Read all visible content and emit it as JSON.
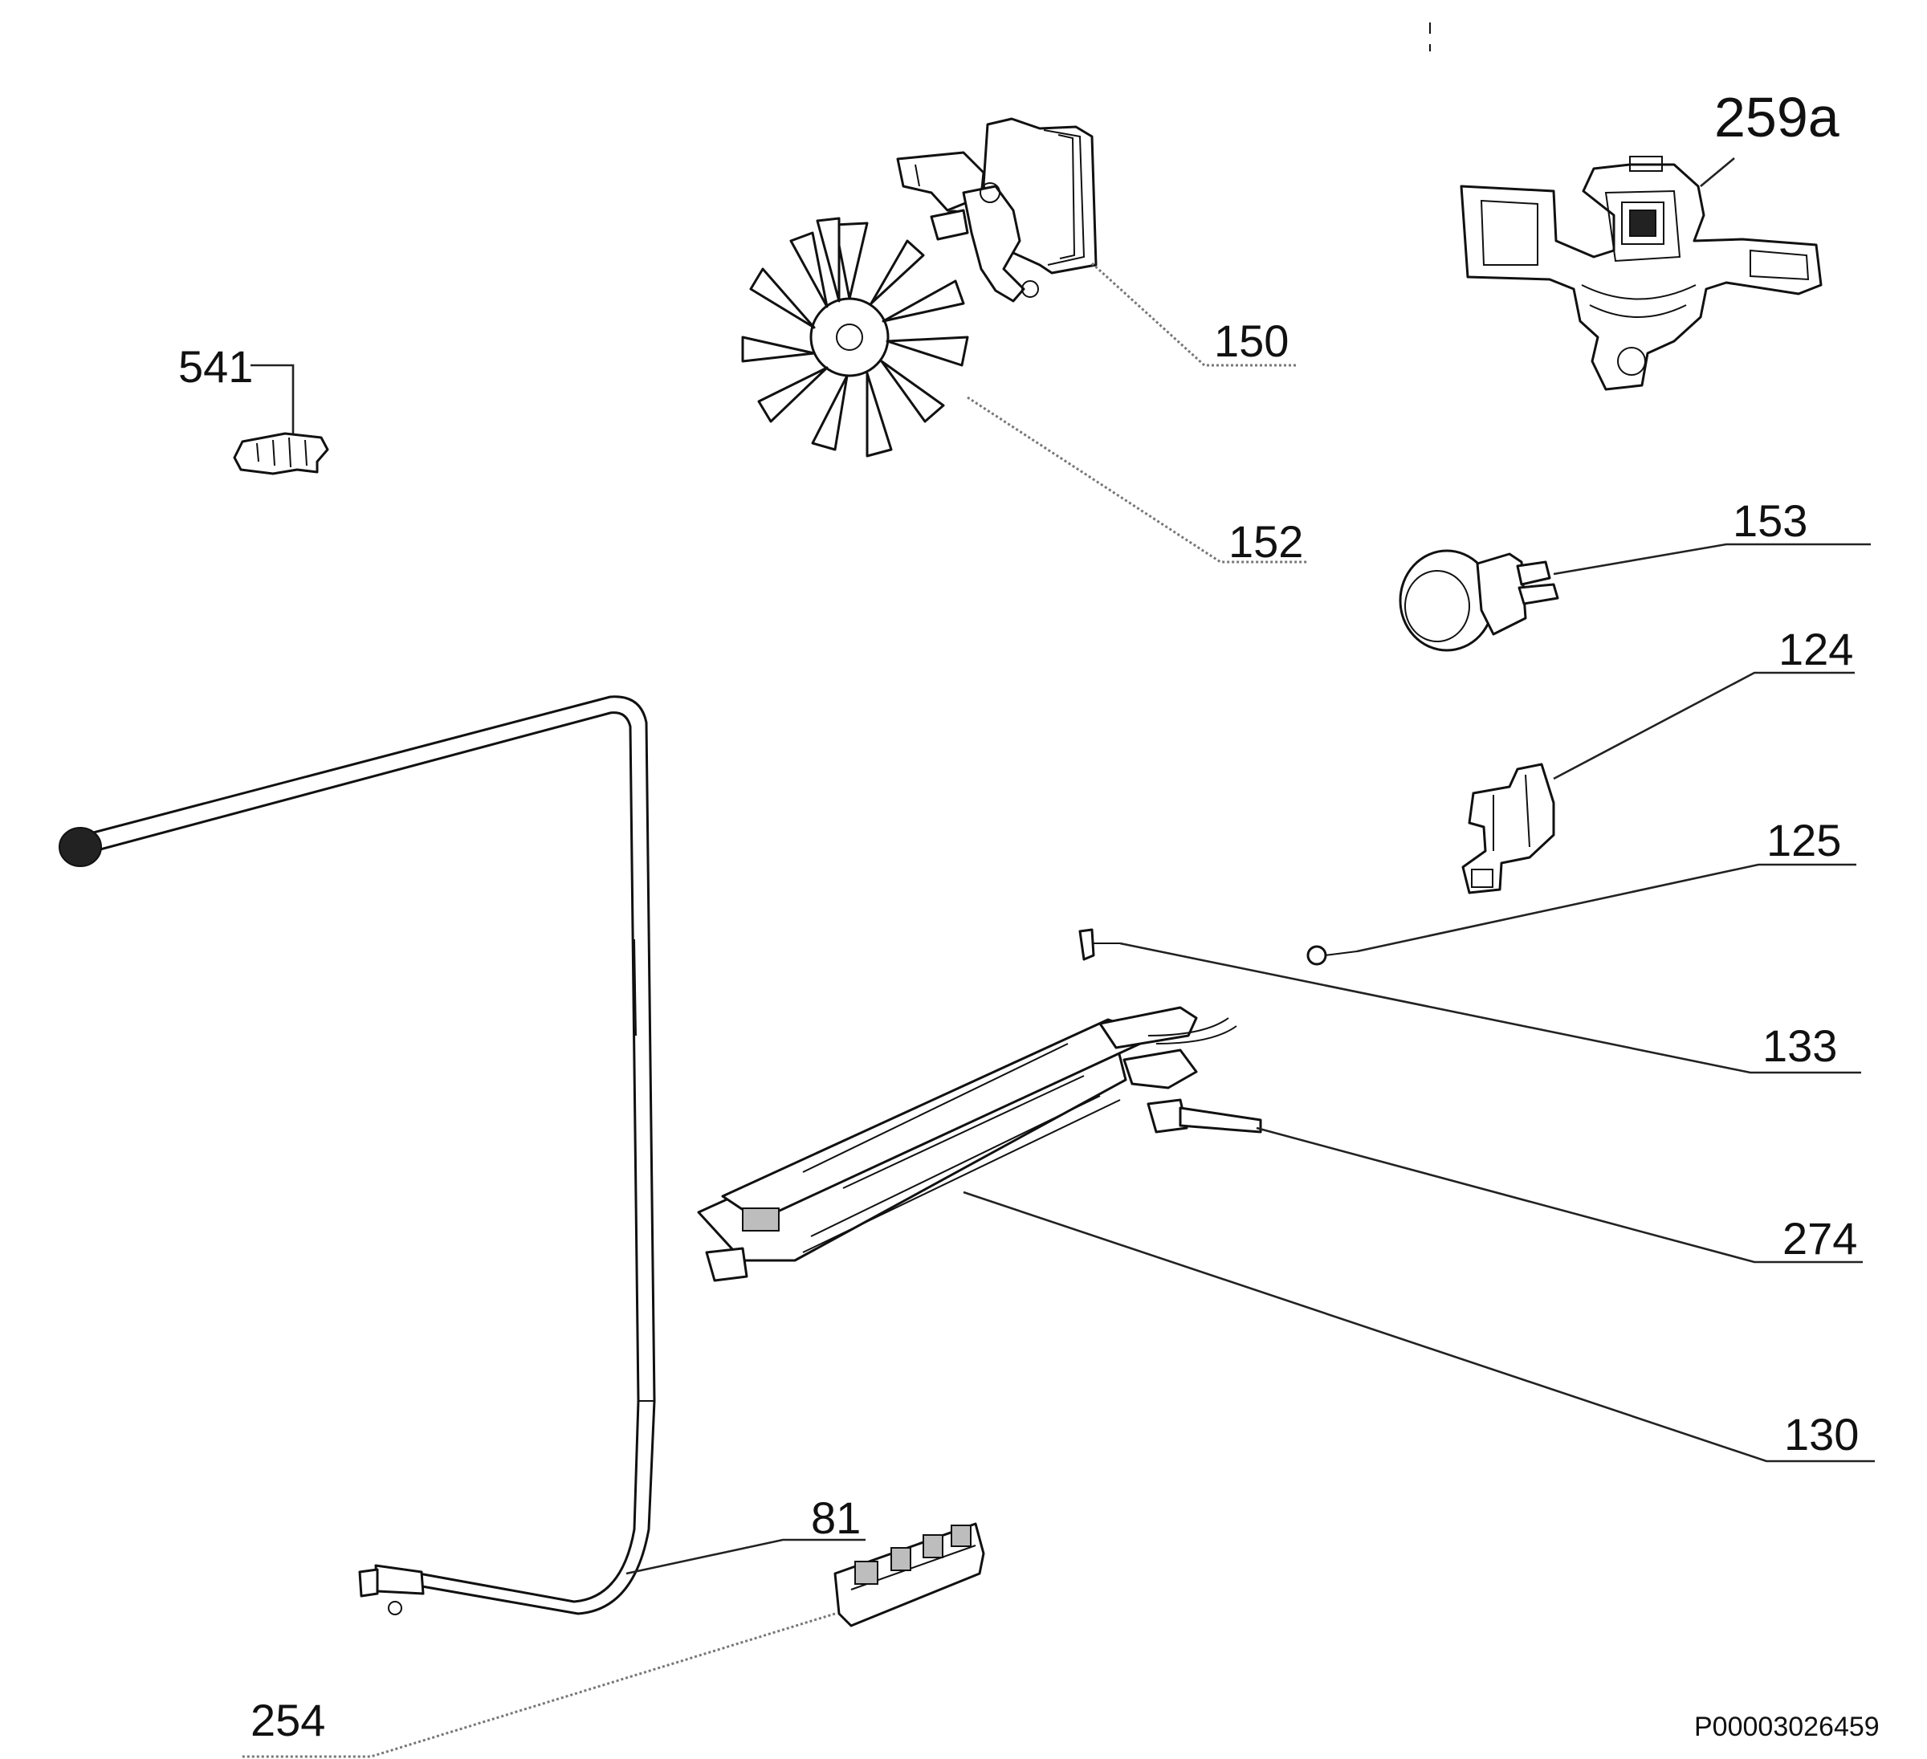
{
  "diagram": {
    "labels": {
      "p259a": "259a",
      "p150": "150",
      "p152": "152",
      "p541": "541",
      "p153": "153",
      "p124": "124",
      "p125": "125",
      "p133": "133",
      "p274": "274",
      "p130": "130",
      "p81": "81",
      "p254": "254"
    },
    "drawing_code": "P00003026459",
    "parts": [
      "thermostat",
      "fan-motor",
      "fan-blade",
      "cable-clip",
      "oven-lamp",
      "thermocouple-bracket",
      "screw",
      "gas-burner",
      "injector",
      "gas-pipe",
      "ignition-block"
    ]
  }
}
